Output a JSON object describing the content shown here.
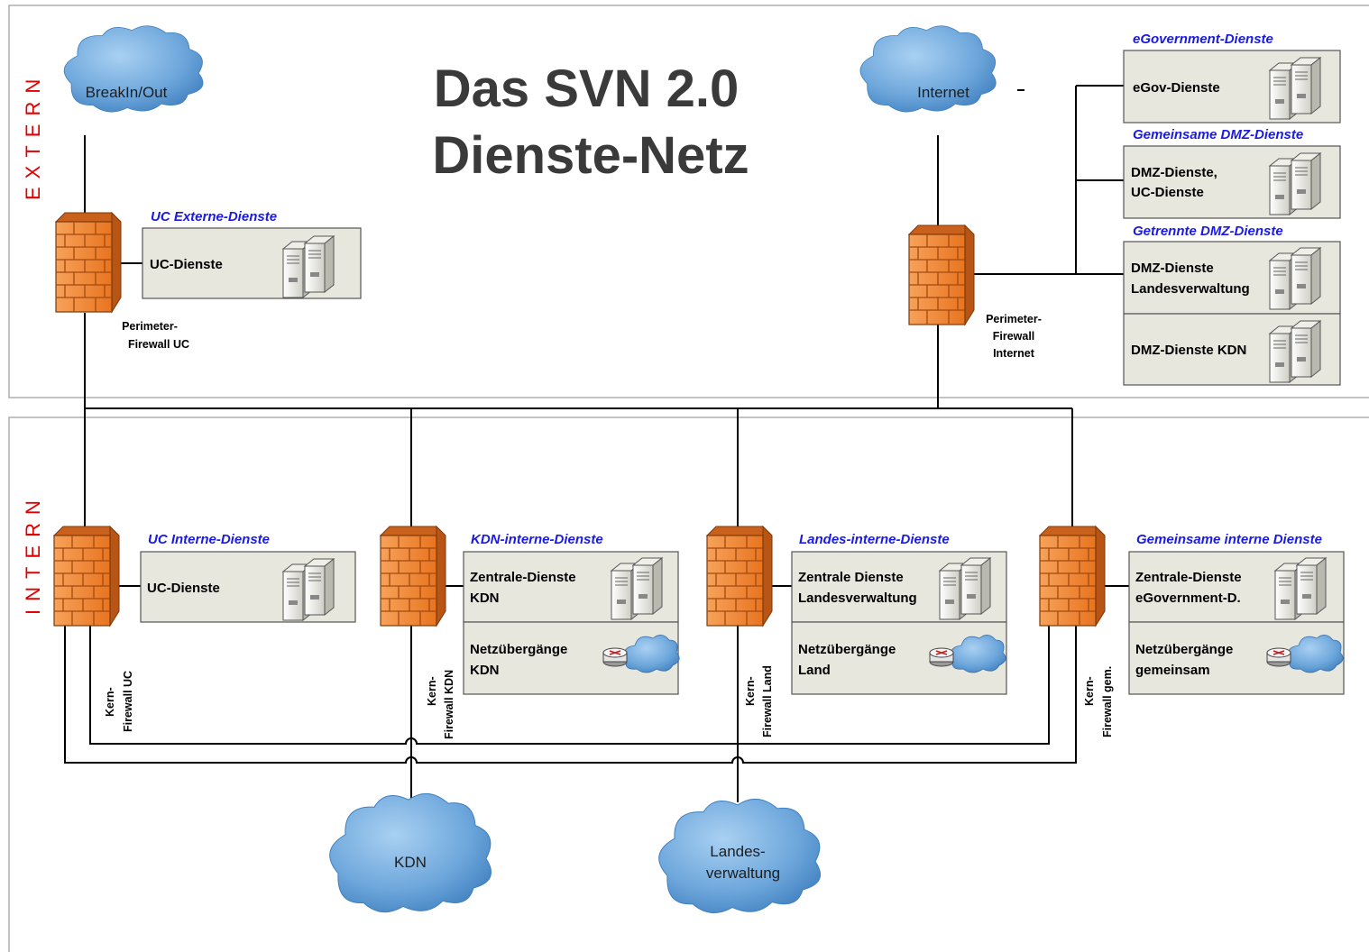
{
  "title": {
    "line1": "Das SVN 2.0",
    "line2": "Dienste-Netz"
  },
  "zones": {
    "extern": "EXTERN",
    "intern": "INTERN"
  },
  "clouds": {
    "breakin": "BreakIn/Out",
    "internet": "Internet",
    "kdn": "KDN",
    "landes_line1": "Landes-",
    "landes_line2": "verwaltung"
  },
  "firewalls": {
    "perimeter_uc": [
      "Perimeter-",
      "Firewall UC"
    ],
    "perimeter_internet": [
      "Perimeter-",
      "Firewall",
      "Internet"
    ],
    "kern_uc": [
      "Kern-",
      "Firewall UC"
    ],
    "kern_kdn": [
      "Kern-",
      "Firewall KDN"
    ],
    "kern_land": [
      "Kern-",
      "Firewall Land"
    ],
    "kern_gem": [
      "Kern-",
      "Firewall gem."
    ]
  },
  "groups": {
    "uc_extern": {
      "header": "UC Externe-Dienste",
      "service": "UC-Dienste"
    },
    "egov": {
      "header": "eGovernment-Dienste",
      "service": "eGov-Dienste"
    },
    "dmz_gem": {
      "header": "Gemeinsame DMZ-Dienste",
      "line1": "DMZ-Dienste,",
      "line2": "UC-Dienste"
    },
    "dmz_getrennt": {
      "header": "Getrennte DMZ-Dienste",
      "a1": "DMZ-Dienste",
      "a2": "Landesverwaltung",
      "b1": "DMZ-Dienste KDN"
    },
    "uc_intern": {
      "header": "UC Interne-Dienste",
      "service": "UC-Dienste"
    },
    "kdn_intern": {
      "header": "KDN-interne-Dienste",
      "a1": "Zentrale-Dienste",
      "a2": "KDN",
      "b1": "Netzübergänge",
      "b2": "KDN"
    },
    "landes_intern": {
      "header": "Landes-interne-Dienste",
      "a1": "Zentrale Dienste",
      "a2": "Landesverwaltung",
      "b1": "Netzübergänge",
      "b2": "Land"
    },
    "gem_intern": {
      "header": "Gemeinsame interne Dienste",
      "a1": "Zentrale-Dienste",
      "a2": "eGovernment-D.",
      "b1": "Netzübergänge",
      "b2": "gemeinsam"
    }
  },
  "colors": {
    "zone_label": "#e00000",
    "group_header": "#1a1ae6",
    "firewall": "#f07a2a",
    "cloud": "#4f8fcc",
    "box": "#e7e7de"
  }
}
